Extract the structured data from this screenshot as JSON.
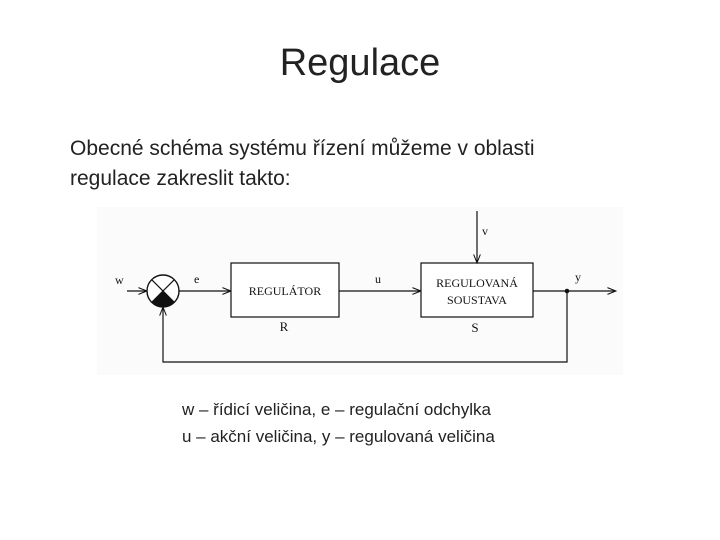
{
  "title": "Regulace",
  "intro": {
    "line1": "Obecné schéma systému řízení můžeme v oblasti",
    "line2": "regulace zakreslit takto:"
  },
  "diagram": {
    "signals": {
      "w": "w",
      "e": "e",
      "u": "u",
      "v": "v",
      "y": "y"
    },
    "regulator": {
      "label": "REGULÁTOR",
      "symbol": "R"
    },
    "plant": {
      "label_line1": "REGULOVANÁ",
      "label_line2": "SOUSTAVA",
      "symbol": "S"
    }
  },
  "legend": {
    "line1": "w – řídicí veličina, e – regulační odchylka",
    "line2": "u – akční veličina, y – regulovaná veličina"
  }
}
